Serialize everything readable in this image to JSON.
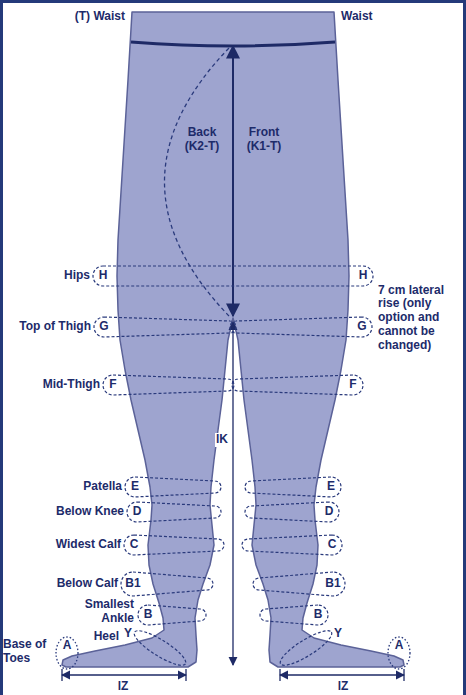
{
  "diagram": {
    "labels": [
      "(T) Waist",
      "Waist",
      "Back (K2-T)",
      "Front (K1-T)",
      "Hips",
      "H",
      "H",
      "7 cm lateral rise (only option and cannot be changed)",
      "Top of Thigh",
      "G",
      "G",
      "Mid-Thigh",
      "F",
      "F",
      "Patella",
      "E",
      "E",
      "lK",
      "Below Knee",
      "D",
      "D",
      "Widest Calf",
      "C",
      "C",
      "Below Calf",
      "B1",
      "B1",
      "Smallest Ankle",
      "B",
      "B",
      "Heel",
      "Y",
      "Y",
      "Base of Toes",
      "A",
      "A",
      "lZ",
      "lZ"
    ]
  }
}
